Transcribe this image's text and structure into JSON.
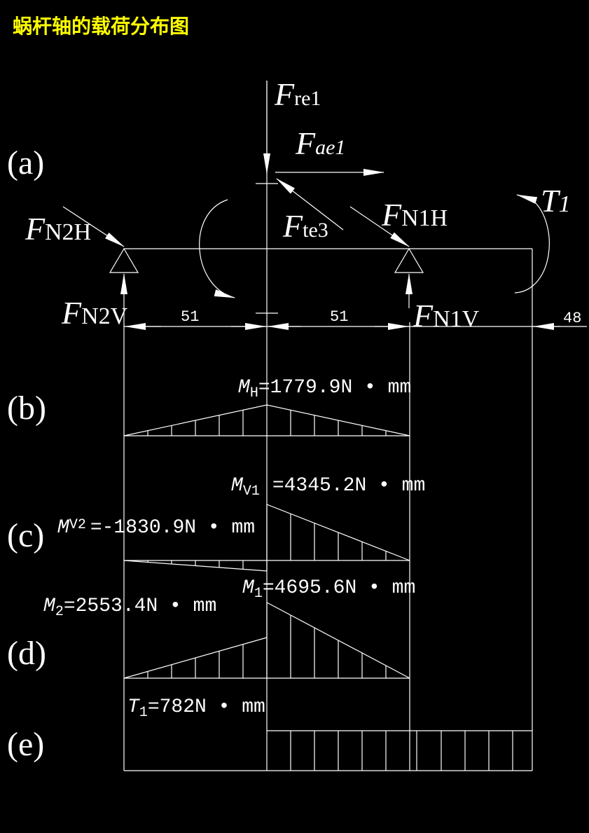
{
  "title": "蜗杆轴的载荷分布图",
  "colors": {
    "background": "#000000",
    "lines": "#ffffff",
    "title": "#ffff00"
  },
  "panels": {
    "a": "(a)",
    "b": "(b)",
    "c": "(c)",
    "d": "(d)",
    "e": "(e)"
  },
  "forces": {
    "fre1_main": "F",
    "fre1_sub": "re1",
    "fae1_main": "F",
    "fae1_sub": "ae1",
    "fte3_main": "F",
    "fte3_sub": "te3",
    "fn1h_main": "F",
    "fn1h_sub": "N1H",
    "fn2h_main": "F",
    "fn2h_sub": "N2H",
    "fn2v_main": "F",
    "fn2v_sub": "N2V",
    "fn1v_main": "F",
    "fn1v_sub": "N1V",
    "t1_main": "T",
    "t1_sub": "1"
  },
  "dimensions": {
    "d1": "51",
    "d2": "51",
    "d3": "48"
  },
  "moments": {
    "mh_main": "M",
    "mh_sub": "H",
    "mh_value": "=1779.9N • mm",
    "mv1_main": "M",
    "mv1_sub": "V1",
    "mv1_value": "=4345.2N • mm",
    "mv2_main": "M",
    "mv2_sub": "V2",
    "mv2_value": "=-1830.9N • mm",
    "m1_main": "M",
    "m1_sub": "1",
    "m1_value": "=4695.6N • mm",
    "m2_main": "M",
    "m2_sub": "2",
    "m2_value": "=2553.4N • mm",
    "t1_main": "T",
    "t1_sub": "1",
    "t1_value": "=782N • mm"
  }
}
